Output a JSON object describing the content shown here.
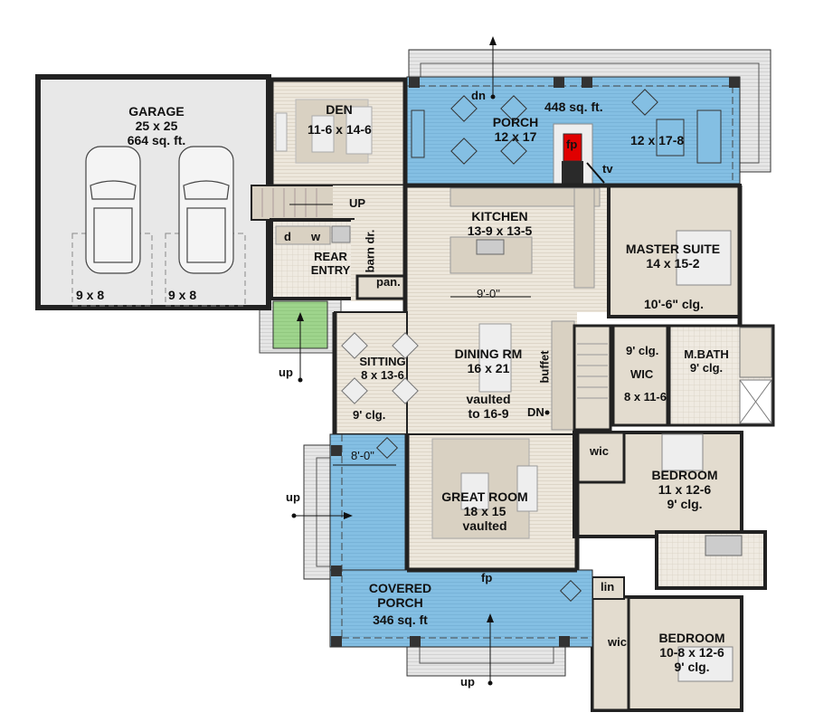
{
  "colors": {
    "wall": "#2a2a2a",
    "floor_wood": "#ede7dc",
    "floor_rug": "#d9d1c2",
    "porch_blue": "#84bfe3",
    "garage_gray": "#e8e8e8",
    "deck_gray": "#e2e2e2",
    "landing_green": "#9ed48c",
    "fireplace_red": "#e00000",
    "tile": "#efeae1"
  },
  "rooms": {
    "garage": {
      "name": "GARAGE",
      "dims": "25 x 25",
      "area": "664 sq. ft.",
      "bay1": "9 x 8",
      "bay2": "9 x 8"
    },
    "den": {
      "name": "DEN",
      "dims": "11-6 x 14-6"
    },
    "rear_porch": {
      "name": "PORCH",
      "dims": "12 x 17",
      "area": "448 sq. ft.",
      "dims2": "12 x 17-8",
      "fp": "fp",
      "tv": "tv",
      "dn": "dn"
    },
    "kitchen": {
      "name": "KITCHEN",
      "dims": "13-9 x 13-5",
      "island": "9'-0\""
    },
    "master_suite": {
      "name": "MASTER SUITE",
      "dims": "14 x 15-2",
      "ceiling": "10'-6\" clg."
    },
    "stair_up": {
      "label": "UP"
    },
    "rear_entry": {
      "name": "REAR",
      "name2": "ENTRY",
      "dryer": "d",
      "washer": "w",
      "barn_door": "barn dr.",
      "pantry": "pan."
    },
    "sitting": {
      "name": "SITTING",
      "dims": "8 x 13-6",
      "ceiling": "9' clg."
    },
    "dining": {
      "name": "DINING RM",
      "dims": "16 x 21",
      "note1": "vaulted",
      "note2": "to 16-9",
      "buffet": "buffet",
      "stair_dn": "DN"
    },
    "wic_master": {
      "ceiling": "9' clg.",
      "name": "WIC",
      "dims": "8 x 11-6"
    },
    "master_bath": {
      "name": "M.BATH",
      "ceiling": "9' clg."
    },
    "bedroom2": {
      "name": "BEDROOM",
      "dims": "11 x 12-6",
      "ceiling": "9' clg.",
      "wic": "wic"
    },
    "bedroom3": {
      "name": "BEDROOM",
      "dims": "10-8 x 12-6",
      "ceiling": "9' clg.",
      "wic": "wic",
      "linen": "lin"
    },
    "great_room": {
      "name": "GREAT ROOM",
      "dims": "18 x 15",
      "note": "vaulted",
      "fp": "fp"
    },
    "covered_porch": {
      "name": "COVERED",
      "name2": "PORCH",
      "area": "346 sq. ft",
      "width_dim": "8'-0\""
    }
  },
  "markers": {
    "up_left_entry": "up",
    "up_side_porch": "up",
    "up_front": "up"
  }
}
